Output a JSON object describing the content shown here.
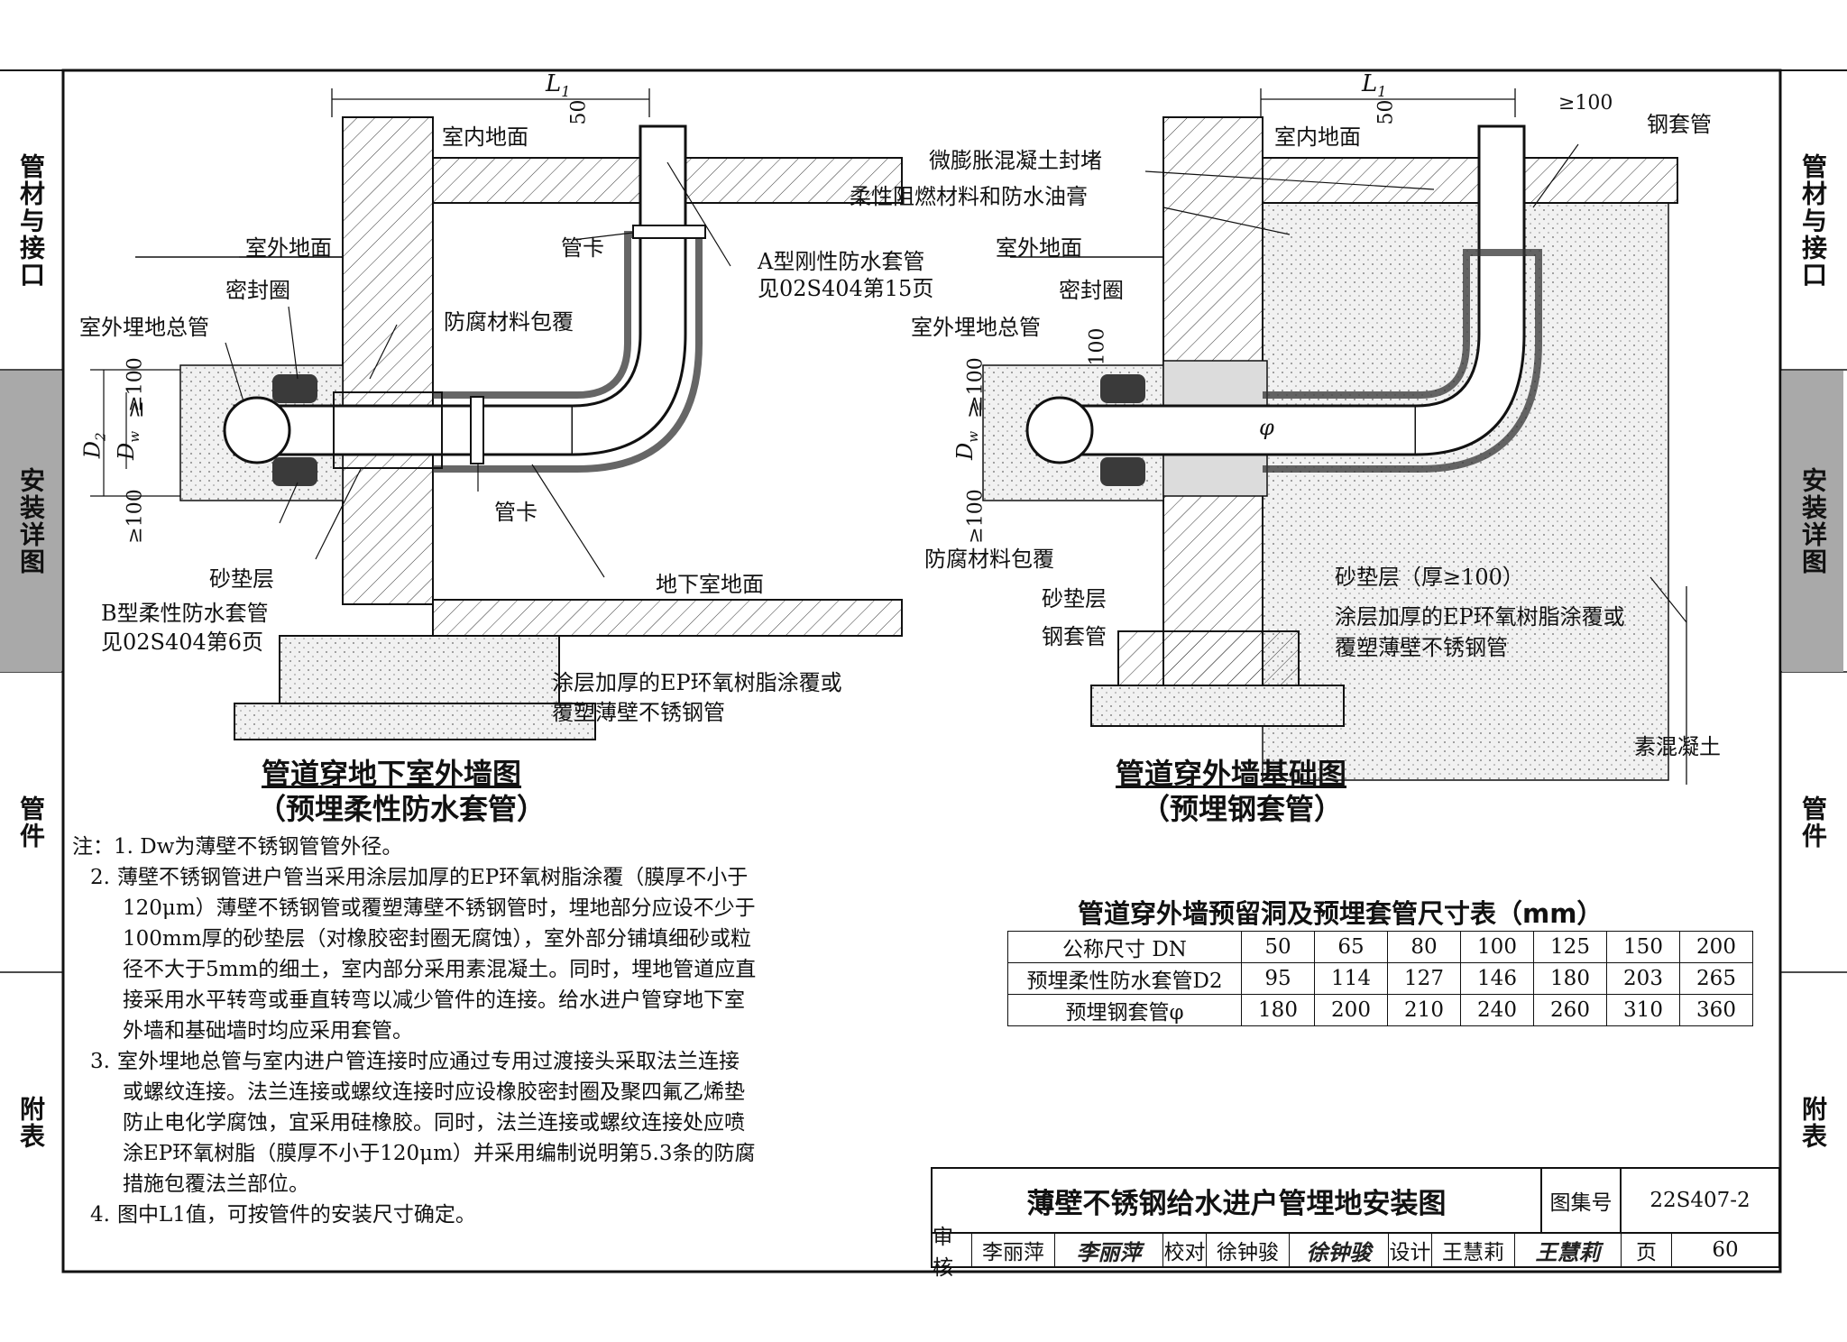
{
  "side_tabs": {
    "left": [
      "管材与接口",
      "安装详图",
      "管件",
      "附表"
    ],
    "right": [
      "管材与接口",
      "安装详图",
      "管件",
      "附表"
    ],
    "active_index": 1
  },
  "left_drawing": {
    "dim_L1": "L",
    "dim_L1_sub": "1",
    "dim_50": "50",
    "labels": {
      "indoor_floor": "室内地面",
      "outdoor_ground": "室外地面",
      "seal_ring": "密封圈",
      "outdoor_main": "室外埋地总管",
      "anticorrosion_wrap": "防腐材料包覆",
      "pipe_clamp_top": "管卡",
      "a_sleeve_line1": "A型刚性防水套管",
      "a_sleeve_line2": "见02S404第15页",
      "pipe_clamp_bottom": "管卡",
      "sand_cushion": "砂垫层",
      "b_sleeve_line1": "B型柔性防水套管",
      "b_sleeve_line2": "见02S404第6页",
      "basement_floor": "地下室地面",
      "coating_line1": "涂层加厚的EP环氧树脂涂覆或",
      "coating_line2": "覆塑薄壁不锈钢管"
    },
    "dims": {
      "d2": "D",
      "d2_sub": "2",
      "dw": "D",
      "dw_sub": "w",
      "ge100_top": "≥100",
      "ge100_bottom": "≥100",
      "ge": "≥"
    },
    "caption_main": "管道穿地下室外墙图",
    "caption_sub": "（预埋柔性防水套管）"
  },
  "right_drawing": {
    "dim_L1": "L",
    "dim_L1_sub": "1",
    "dim_50": "50",
    "dim_ge100_top": "≥100",
    "labels": {
      "indoor_floor": "室内地面",
      "steel_sleeve": "钢套管",
      "micro_expansion": "微膨胀混凝土封堵",
      "flexible_material": "柔性阻燃材料和防水油膏",
      "outdoor_ground": "室外地面",
      "seal_ring": "密封圈",
      "outdoor_main": "室外埋地总管",
      "dim_100": "100",
      "phi": "φ",
      "anticorrosion_wrap": "防腐材料包覆",
      "sand_cushion": "砂垫层",
      "steel_sleeve_2": "钢套管",
      "sand_cushion_thick": "砂垫层（厚≥100）",
      "coating_line1": "涂层加厚的EP环氧树脂涂覆或",
      "coating_line2": "覆塑薄壁不锈钢管",
      "plain_concrete": "素混凝土"
    },
    "dims": {
      "dw": "D",
      "dw_sub": "w",
      "ge100_top": "≥100",
      "ge100_bottom": "≥100",
      "ge": "≥"
    },
    "caption_main": "管道穿外墙基础图",
    "caption_sub": "（预埋钢套管）"
  },
  "notes": {
    "prefix": "注：",
    "items": [
      {
        "num": "1.",
        "lines": [
          "Dw为薄壁不锈钢管管外径。"
        ]
      },
      {
        "num": "2.",
        "lines": [
          "薄壁不锈钢管进户管当采用涂层加厚的EP环氧树脂涂覆（膜厚不小于",
          "120μm）薄壁不锈钢管或覆塑薄壁不锈钢管时，埋地部分应设不少于",
          "100mm厚的砂垫层（对橡胶密封圈无腐蚀），室外部分铺填细砂或粒",
          "径不大于5mm的细土，室内部分采用素混凝土。同时，埋地管道应直",
          "接采用水平转弯或垂直转弯以减少管件的连接。给水进户管穿地下室",
          "外墙和基础墙时均应采用套管。"
        ]
      },
      {
        "num": "3.",
        "lines": [
          "室外埋地总管与室内进户管连接时应通过专用过渡接头采取法兰连接",
          "或螺纹连接。法兰连接或螺纹连接时应设橡胶密封圈及聚四氟乙烯垫",
          "防止电化学腐蚀，宜采用硅橡胶。同时，法兰连接或螺纹连接处应喷",
          "涂EP环氧树脂（膜厚不小于120μm）并采用编制说明第5.3条的防腐",
          "措施包覆法兰部位。"
        ]
      },
      {
        "num": "4.",
        "lines": [
          "图中L1值，可按管件的安装尺寸确定。"
        ]
      }
    ]
  },
  "size_table": {
    "title": "管道穿外墙预留洞及预埋套管尺寸表（mm）",
    "rows": [
      {
        "header": "公称尺寸 DN",
        "values": [
          "50",
          "65",
          "80",
          "100",
          "125",
          "150",
          "200"
        ]
      },
      {
        "header": "预埋柔性防水套管D2",
        "values": [
          "95",
          "114",
          "127",
          "146",
          "180",
          "203",
          "265"
        ]
      },
      {
        "header": "预埋钢套管φ",
        "values": [
          "180",
          "200",
          "210",
          "240",
          "260",
          "310",
          "360"
        ]
      }
    ]
  },
  "title_block": {
    "title": "薄壁不锈钢给水进户管埋地安装图",
    "atlas_label": "图集号",
    "atlas_no": "22S407-2",
    "review_label": "审核",
    "reviewer": "李丽萍",
    "reviewer_sig": "李丽萍",
    "check_label": "校对",
    "checker": "徐钟骏",
    "checker_sig": "徐钟骏",
    "design_label": "设计",
    "designer": "王慧莉",
    "designer_sig": "王慧莉",
    "page_label": "页",
    "page_no": "60"
  },
  "colors": {
    "active_tab": "#a9a9a9",
    "line": "#111111",
    "concrete": "#e8e8e8",
    "pipe_dark": "#3a3a3a"
  }
}
